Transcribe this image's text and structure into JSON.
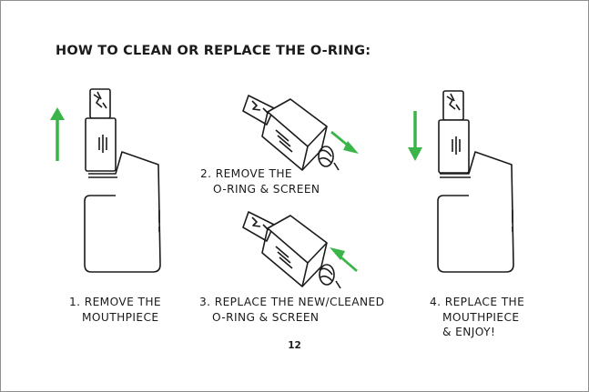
{
  "page": {
    "title": "HOW TO CLEAN OR REPLACE THE O-RING:",
    "page_number": "12"
  },
  "steps": [
    {
      "line1": "1. REMOVE THE",
      "line2": "MOUTHPIECE"
    },
    {
      "line1": "2. REMOVE THE",
      "line2": "O-RING & SCREEN"
    },
    {
      "line1": "3. REPLACE THE NEW/CLEANED",
      "line2": "O-RING & SCREEN"
    },
    {
      "line1": "4. REPLACE THE",
      "line2": "MOUTHPIECE",
      "line3": "& ENJOY!"
    }
  ],
  "colors": {
    "accent": "#3bb54a",
    "ink": "#1b1b1b",
    "border": "#8f8f8f"
  }
}
